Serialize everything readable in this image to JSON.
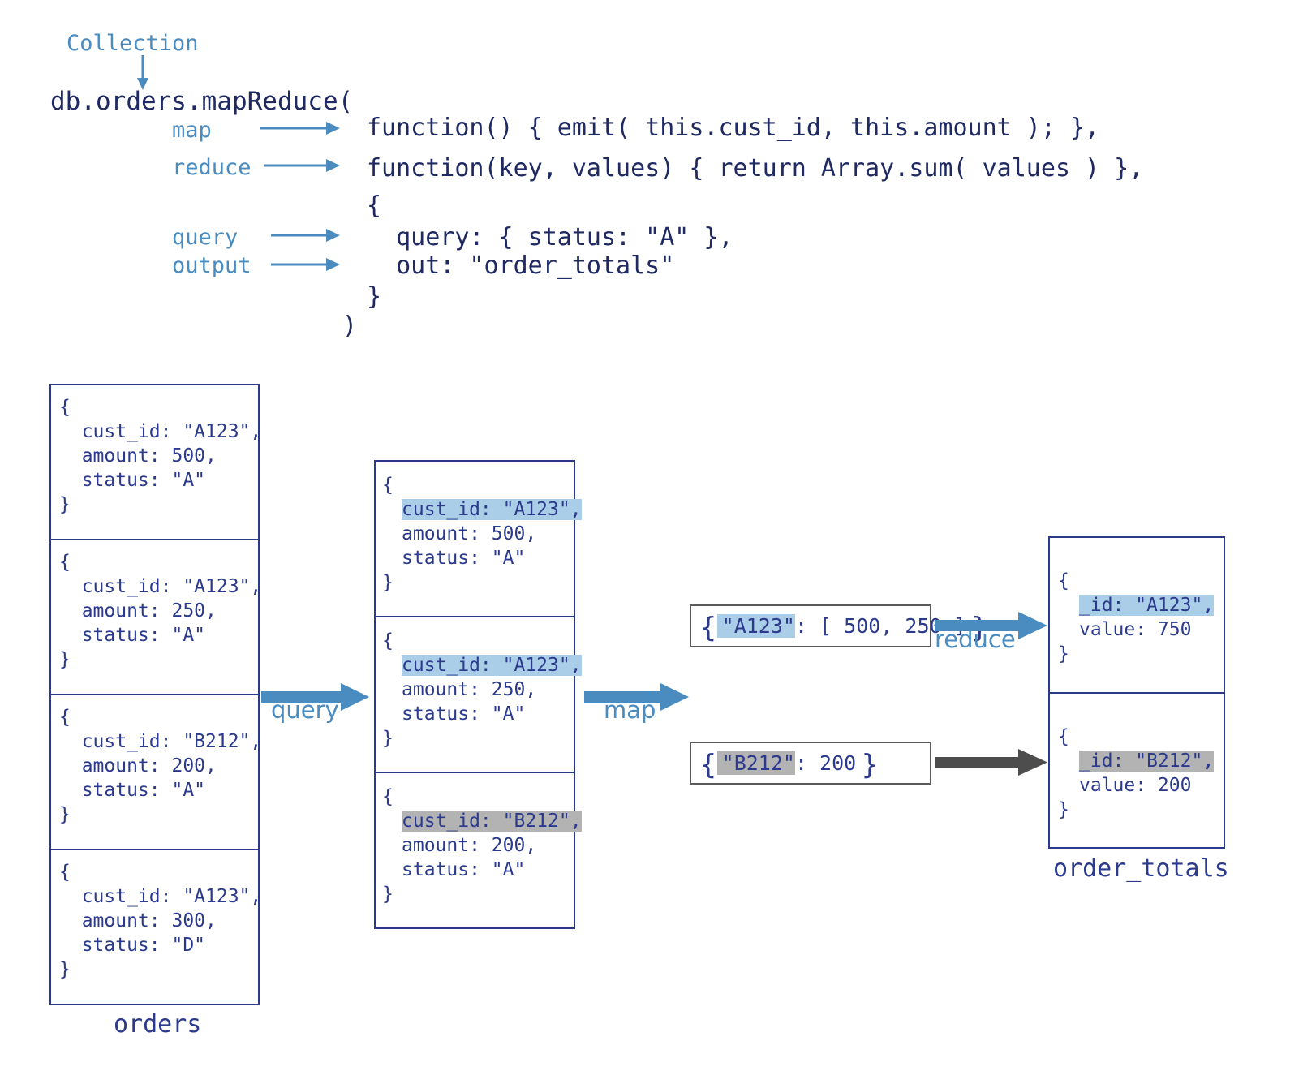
{
  "colors": {
    "ink": "#2b3a8c",
    "accent": "#4a8cc0",
    "arrow_blue": "#4a8cc0",
    "arrow_gray": "#4d4d4d",
    "highlight_blue": "#aacde8",
    "highlight_gray": "#b3b3b3",
    "emit_border": "#5a5a5a",
    "box_border": "#2b3a8c",
    "background": "#ffffff"
  },
  "annotations": {
    "collection": "Collection",
    "map": "map",
    "reduce": "reduce",
    "query": "query",
    "output": "output"
  },
  "code": {
    "signature": "db.orders.mapReduce(",
    "map_fn": "function() { emit( this.cust_id, this.amount ); },",
    "reduce_fn": "function(key, values) { return Array.sum( values ) },",
    "open_brace": "{",
    "query_line": "  query: { status: \"A\" },",
    "out_line": "  out: \"order_totals\"",
    "close_brace": "}",
    "close_paren": ")"
  },
  "orders": {
    "caption": "orders",
    "documents": [
      {
        "open": "{",
        "cust_id": "  cust_id: \"A123\",",
        "amount": "  amount: 500,",
        "status": "  status: \"A\"",
        "close": "}"
      },
      {
        "open": "{",
        "cust_id": "  cust_id: \"A123\",",
        "amount": "  amount: 250,",
        "status": "  status: \"A\"",
        "close": "}"
      },
      {
        "open": "{",
        "cust_id": "  cust_id: \"B212\",",
        "amount": "  amount: 200,",
        "status": "  status: \"A\"",
        "close": "}"
      },
      {
        "open": "{",
        "cust_id": "  cust_id: \"A123\",",
        "amount": "  amount: 300,",
        "status": "  status: \"D\"",
        "close": "}"
      }
    ]
  },
  "queried": {
    "documents": [
      {
        "open": "{",
        "cust_id": "cust_id: \"A123\",",
        "highlight": "blue",
        "amount": "amount: 500,",
        "status": "status: \"A\"",
        "close": "}"
      },
      {
        "open": "{",
        "cust_id": "cust_id: \"A123\",",
        "highlight": "blue",
        "amount": "amount: 250,",
        "status": "status: \"A\"",
        "close": "}"
      },
      {
        "open": "{",
        "cust_id": "cust_id: \"B212\",",
        "highlight": "gray",
        "amount": "amount: 200,",
        "status": "status: \"A\"",
        "close": "}"
      }
    ]
  },
  "emitted": [
    {
      "open": "{",
      "key": "\"A123\"",
      "rest": ": [ 500, 250 ]",
      "close": "}",
      "highlight": "blue"
    },
    {
      "open": "{",
      "key": "\"B212\"",
      "rest": ": 200",
      "close": "}",
      "highlight": "gray"
    }
  ],
  "order_totals": {
    "caption": "order_totals",
    "documents": [
      {
        "open": "{",
        "id": "_id: \"A123\",",
        "highlight": "blue",
        "value": "value: 750",
        "close": "}"
      },
      {
        "open": "{",
        "id": "_id: \"B212\",",
        "highlight": "gray",
        "value": "value: 200",
        "close": "}"
      }
    ]
  },
  "flow_labels": {
    "query": "query",
    "map": "map",
    "reduce": "reduce"
  }
}
